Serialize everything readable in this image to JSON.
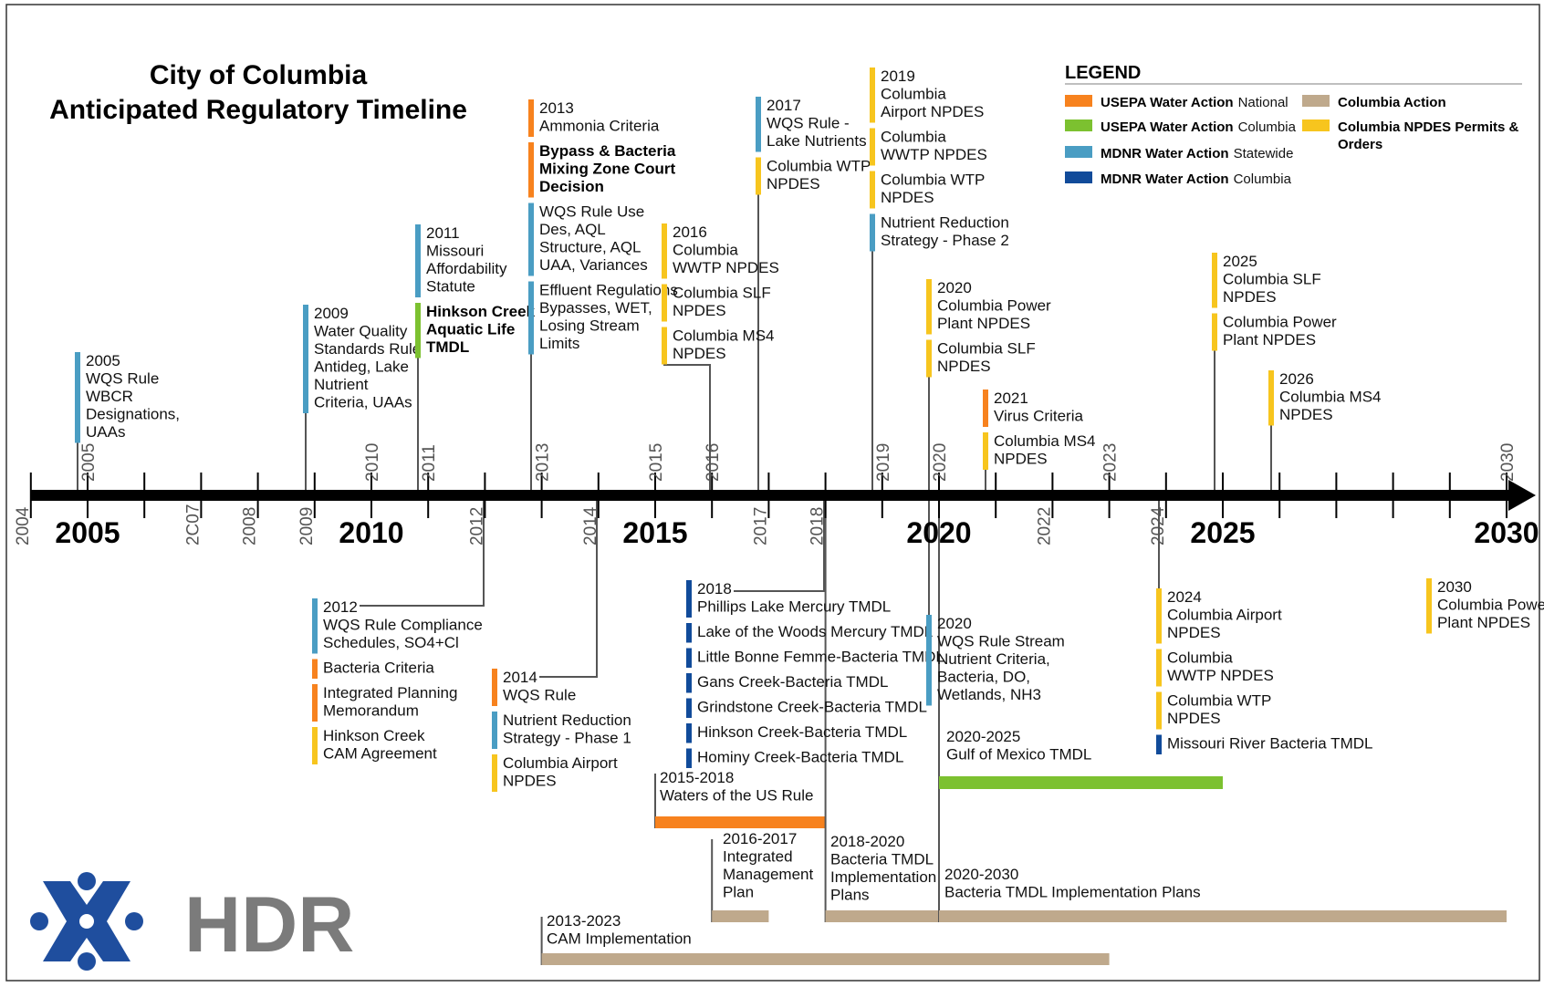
{
  "colors": {
    "usepa_national": "#f7821e",
    "usepa_columbia": "#7cc130",
    "mdnr_statewide": "#4a9dc3",
    "mdnr_columbia": "#114b9a",
    "columbia_action": "#bfa98c",
    "columbia_npdes": "#f7c51e",
    "axis": "#000000",
    "connector": "#555555"
  },
  "title": {
    "line1": "City of Columbia",
    "line2": "Anticipated Regulatory Timeline"
  },
  "legend": {
    "heading": "LEGEND",
    "items": [
      {
        "color_key": "usepa_national",
        "bold": "USEPA Water Action",
        "normal": "National"
      },
      {
        "color_key": "usepa_columbia",
        "bold": "USEPA Water Action",
        "normal": "Columbia"
      },
      {
        "color_key": "mdnr_statewide",
        "bold": "MDNR Water Action",
        "normal": "Statewide"
      },
      {
        "color_key": "mdnr_columbia",
        "bold": "MDNR Water Action",
        "normal": "Columbia"
      },
      {
        "color_key": "columbia_action",
        "bold": "Columbia Action",
        "normal": ""
      },
      {
        "color_key": "columbia_npdes",
        "bold": "Columbia NPDES Permits &",
        "bold2": "Orders"
      }
    ]
  },
  "axis": {
    "start_year": 2004,
    "end_year": 2030,
    "major_labels": [
      "2005",
      "2010",
      "2015",
      "2020",
      "2025",
      "2030"
    ],
    "tick_labels": [
      {
        "year": 2004,
        "label": "2004",
        "side": "below"
      },
      {
        "year": 2005,
        "label": "2005",
        "side": "above"
      },
      {
        "year": 2007,
        "label": "2C07",
        "side": "below"
      },
      {
        "year": 2008,
        "label": "2008",
        "side": "below"
      },
      {
        "year": 2009,
        "label": "2009",
        "side": "below"
      },
      {
        "year": 2010,
        "label": "2010",
        "side": "above"
      },
      {
        "year": 2011,
        "label": "2011",
        "side": "above"
      },
      {
        "year": 2012,
        "label": "2012",
        "side": "below"
      },
      {
        "year": 2013,
        "label": "2013",
        "side": "above"
      },
      {
        "year": 2014,
        "label": "2014",
        "side": "below"
      },
      {
        "year": 2015,
        "label": "2015",
        "side": "above"
      },
      {
        "year": 2016,
        "label": "2016",
        "side": "above"
      },
      {
        "year": 2017,
        "label": "2017",
        "side": "below"
      },
      {
        "year": 2018,
        "label": "2018",
        "side": "below"
      },
      {
        "year": 2019,
        "label": "2019",
        "side": "above"
      },
      {
        "year": 2020,
        "label": "2020",
        "side": "above"
      },
      {
        "year": 2022,
        "label": "2022",
        "side": "below"
      },
      {
        "year": 2023,
        "label": "2023",
        "side": "above"
      },
      {
        "year": 2024,
        "label": "2024",
        "side": "below"
      },
      {
        "year": 2030,
        "label": "2030",
        "side": "above"
      }
    ]
  },
  "events_above": [
    {
      "year": 2005,
      "items": [
        {
          "color_key": "mdnr_statewide",
          "lines": [
            "2005",
            "WQS Rule",
            "WBCR",
            "Designations,",
            "UAAs"
          ]
        }
      ]
    },
    {
      "year": 2009,
      "items": [
        {
          "color_key": "mdnr_statewide",
          "lines": [
            "2009",
            "Water Quality",
            "Standards Rule",
            "Antideg, Lake",
            "Nutrient",
            "Criteria, UAAs"
          ]
        }
      ]
    },
    {
      "year": 2011,
      "items": [
        {
          "color_key": "mdnr_statewide",
          "lines": [
            "2011",
            "Missouri",
            "Affordability",
            "Statute"
          ]
        },
        {
          "color_key": "usepa_columbia",
          "bold": true,
          "lines": [
            "Hinkson Creek",
            "Aquatic Life",
            "TMDL"
          ]
        }
      ]
    },
    {
      "year": 2013,
      "items": [
        {
          "color_key": "usepa_national",
          "lines": [
            "2013",
            "Ammonia Criteria"
          ]
        },
        {
          "color_key": "usepa_national",
          "bold": true,
          "lines": [
            "Bypass & Bacteria",
            "Mixing Zone Court",
            "Decision"
          ]
        },
        {
          "color_key": "mdnr_statewide",
          "lines": [
            "WQS Rule Use",
            "Des, AQL",
            "Structure, AQL",
            "UAA, Variances"
          ]
        },
        {
          "color_key": "mdnr_statewide",
          "lines": [
            "Effluent Regulations",
            "Bypasses, WET,",
            "Losing Stream",
            "Limits"
          ]
        }
      ]
    },
    {
      "year": 2016,
      "items": [
        {
          "color_key": "columbia_npdes",
          "lines": [
            "2016",
            "Columbia",
            "WWTP NPDES"
          ]
        },
        {
          "color_key": "columbia_npdes",
          "lines": [
            "Columbia SLF",
            "NPDES"
          ]
        },
        {
          "color_key": "columbia_npdes",
          "lines": [
            "Columbia MS4",
            "NPDES"
          ]
        }
      ]
    },
    {
      "year": 2017,
      "items": [
        {
          "color_key": "mdnr_statewide",
          "lines": [
            "2017",
            "WQS Rule -",
            "Lake Nutrients"
          ]
        },
        {
          "color_key": "columbia_npdes",
          "lines": [
            "Columbia WTP",
            "NPDES"
          ]
        }
      ]
    },
    {
      "year": 2019,
      "items": [
        {
          "color_key": "columbia_npdes",
          "lines": [
            "2019",
            "Columbia",
            "Airport NPDES"
          ]
        },
        {
          "color_key": "columbia_npdes",
          "lines": [
            "Columbia",
            "WWTP NPDES"
          ]
        },
        {
          "color_key": "columbia_npdes",
          "lines": [
            "Columbia WTP",
            "NPDES"
          ]
        },
        {
          "color_key": "mdnr_statewide",
          "lines": [
            "Nutrient Reduction",
            "Strategy - Phase 2"
          ]
        }
      ]
    },
    {
      "year": 2020,
      "items": [
        {
          "color_key": "columbia_npdes",
          "lines": [
            "2020",
            "Columbia Power",
            "Plant NPDES"
          ]
        },
        {
          "color_key": "columbia_npdes",
          "lines": [
            "Columbia SLF",
            "NPDES"
          ]
        }
      ]
    },
    {
      "year": 2021,
      "items": [
        {
          "color_key": "usepa_national",
          "lines": [
            "2021",
            "Virus Criteria"
          ]
        },
        {
          "color_key": "columbia_npdes",
          "lines": [
            "Columbia MS4",
            "NPDES"
          ]
        }
      ]
    },
    {
      "year": 2025,
      "items": [
        {
          "color_key": "columbia_npdes",
          "lines": [
            "2025",
            "Columbia SLF",
            "NPDES"
          ]
        },
        {
          "color_key": "columbia_npdes",
          "lines": [
            "Columbia Power",
            "Plant NPDES"
          ]
        }
      ]
    },
    {
      "year": 2026,
      "items": [
        {
          "color_key": "columbia_npdes",
          "lines": [
            "2026",
            "Columbia MS4",
            "NPDES"
          ]
        }
      ]
    }
  ],
  "events_below": [
    {
      "year": 2012,
      "items": [
        {
          "color_key": "mdnr_statewide",
          "lines": [
            "2012",
            "WQS Rule Compliance",
            "Schedules, SO4+Cl"
          ]
        },
        {
          "color_key": "usepa_national",
          "lines": [
            "Bacteria Criteria"
          ]
        },
        {
          "color_key": "usepa_national",
          "lines": [
            "Integrated Planning",
            "Memorandum"
          ]
        },
        {
          "color_key": "columbia_npdes",
          "lines": [
            "Hinkson Creek",
            "CAM Agreement"
          ]
        }
      ]
    },
    {
      "year": 2014,
      "items": [
        {
          "color_key": "usepa_national",
          "lines": [
            "2014",
            "WQS Rule"
          ]
        },
        {
          "color_key": "mdnr_statewide",
          "lines": [
            "Nutrient Reduction",
            "Strategy - Phase 1"
          ]
        },
        {
          "color_key": "columbia_npdes",
          "lines": [
            "Columbia Airport",
            "NPDES"
          ]
        }
      ]
    },
    {
      "year": 2018,
      "items": [
        {
          "color_key": "mdnr_columbia",
          "lines": [
            "2018",
            "Phillips Lake Mercury TMDL"
          ]
        },
        {
          "color_key": "mdnr_columbia",
          "lines": [
            "Lake of the Woods Mercury TMDL"
          ]
        },
        {
          "color_key": "mdnr_columbia",
          "lines": [
            "Little Bonne Femme-Bacteria TMDL"
          ]
        },
        {
          "color_key": "mdnr_columbia",
          "lines": [
            "Gans Creek-Bacteria TMDL"
          ]
        },
        {
          "color_key": "mdnr_columbia",
          "lines": [
            "Grindstone Creek-Bacteria TMDL"
          ]
        },
        {
          "color_key": "mdnr_columbia",
          "lines": [
            "Hinkson Creek-Bacteria TMDL"
          ]
        },
        {
          "color_key": "mdnr_columbia",
          "lines": [
            "Hominy Creek-Bacteria TMDL"
          ]
        }
      ]
    },
    {
      "year": 2020,
      "items": [
        {
          "color_key": "mdnr_statewide",
          "lines": [
            "2020",
            "WQS Rule Stream",
            "Nutrient Criteria,",
            "Bacteria, DO,",
            "Wetlands, NH3"
          ]
        }
      ]
    },
    {
      "year": 2024,
      "items": [
        {
          "color_key": "columbia_npdes",
          "lines": [
            "2024",
            "Columbia Airport",
            "NPDES"
          ]
        },
        {
          "color_key": "columbia_npdes",
          "lines": [
            "Columbia",
            "WWTP NPDES"
          ]
        },
        {
          "color_key": "columbia_npdes",
          "lines": [
            "Columbia WTP",
            "NPDES"
          ]
        },
        {
          "color_key": "mdnr_columbia",
          "lines": [
            "Missouri River Bacteria TMDL"
          ]
        }
      ]
    },
    {
      "year": 2030,
      "items": [
        {
          "color_key": "columbia_npdes",
          "lines": [
            "2030",
            "Columbia Power",
            "Plant NPDES"
          ]
        }
      ]
    }
  ],
  "ranges": [
    {
      "start": 2015,
      "end": 2018,
      "color_key": "usepa_national",
      "lines": [
        "2015-2018",
        "Waters of the US Rule"
      ]
    },
    {
      "start": 2016,
      "end": 2017,
      "color_key": "columbia_action",
      "lines": [
        "2016-2017",
        "Integrated",
        "Management",
        "Plan"
      ]
    },
    {
      "start": 2018,
      "end": 2030,
      "color_key": "columbia_action",
      "lines": [
        "2018-2020",
        "Bacteria TMDL",
        "Implementation",
        "Plans"
      ]
    },
    {
      "start": 2020,
      "end": 2030,
      "color_key": "columbia_action",
      "lines": [
        "2020-2030",
        "Bacteria TMDL Implementation Plans"
      ]
    },
    {
      "start": 2020,
      "end": 2025,
      "color_key": "usepa_columbia",
      "lines": [
        "2020-2025",
        "Gulf of Mexico TMDL"
      ]
    },
    {
      "start": 2013,
      "end": 2023,
      "color_key": "columbia_action",
      "lines": [
        "2013-2023",
        "CAM Implementation"
      ]
    }
  ],
  "logos": {
    "hdr_text": "HDR"
  }
}
